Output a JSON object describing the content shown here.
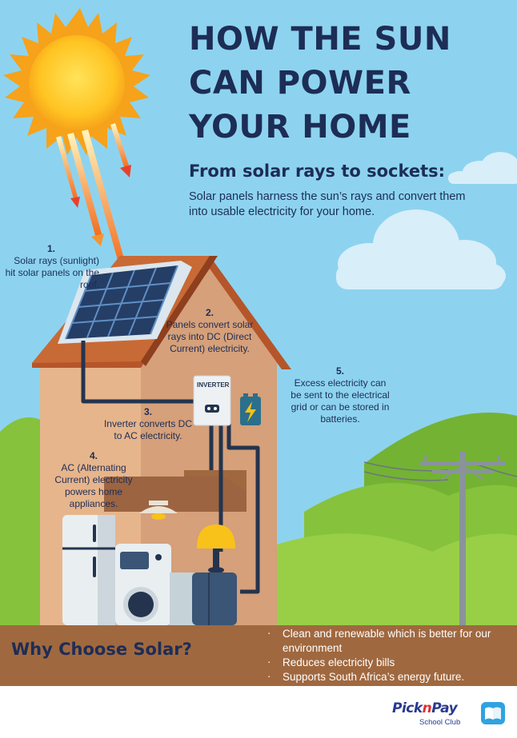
{
  "header": {
    "title_lines": [
      "HOW THE SUN",
      "CAN POWER",
      "YOUR HOME"
    ],
    "subtitle": "From solar rays to sockets:",
    "intro": "Solar panels harness the sun’s rays and convert them into usable electricity for your home."
  },
  "steps": [
    {
      "num": "1.",
      "text": "Solar rays (sunlight) hit solar panels on the roof."
    },
    {
      "num": "2.",
      "text": "Panels convert solar rays into DC (Direct Current) electricity."
    },
    {
      "num": "3.",
      "text": "Inverter converts DC to AC electricity."
    },
    {
      "num": "4.",
      "text": "AC (Alternating Current) electricity powers home appliances."
    },
    {
      "num": "5.",
      "text": "Excess electricity can be sent to the electrical grid or can be stored in batteries."
    }
  ],
  "inverter_label": "INVERTER",
  "why": {
    "title": "Why Choose Solar?",
    "reasons": [
      "Clean and renewable which is better for our environment",
      "Reduces electricity bills",
      "Supports South Africa’s energy future."
    ]
  },
  "brand": {
    "pick": "Pick",
    "n": "n",
    "pay": "Pay",
    "sub": "School Club"
  },
  "colors": {
    "sky": "#8dd3ef",
    "navy": "#1d2d55",
    "roof": "#b5552a",
    "wall": "#e7b58c",
    "ground_bar": "#a0683f",
    "hill": "#86c23c",
    "sun": "#f6a21a"
  }
}
